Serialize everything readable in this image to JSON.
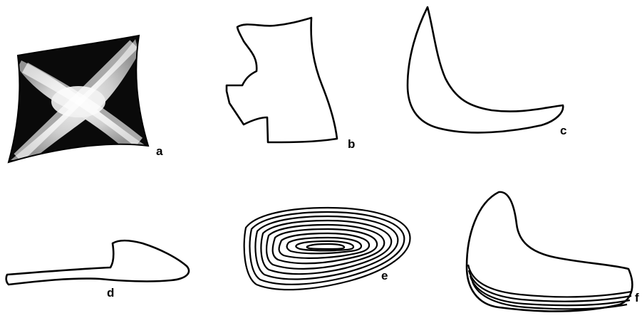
{
  "figure": {
    "panels": [
      {
        "id": "a",
        "label": "a",
        "shape": "square-with-x-stipple"
      },
      {
        "id": "b",
        "label": "b",
        "shape": "irregular-notched-outline"
      },
      {
        "id": "c",
        "label": "c",
        "shape": "crescent-outline"
      },
      {
        "id": "d",
        "label": "d",
        "shape": "elongated-flag-outline"
      },
      {
        "id": "e",
        "label": "e",
        "shape": "concentric-rings"
      },
      {
        "id": "f",
        "label": "f",
        "shape": "crescent-with-basal-layers"
      }
    ],
    "colors": {
      "ink": "#000000",
      "paper": "#ffffff"
    }
  }
}
